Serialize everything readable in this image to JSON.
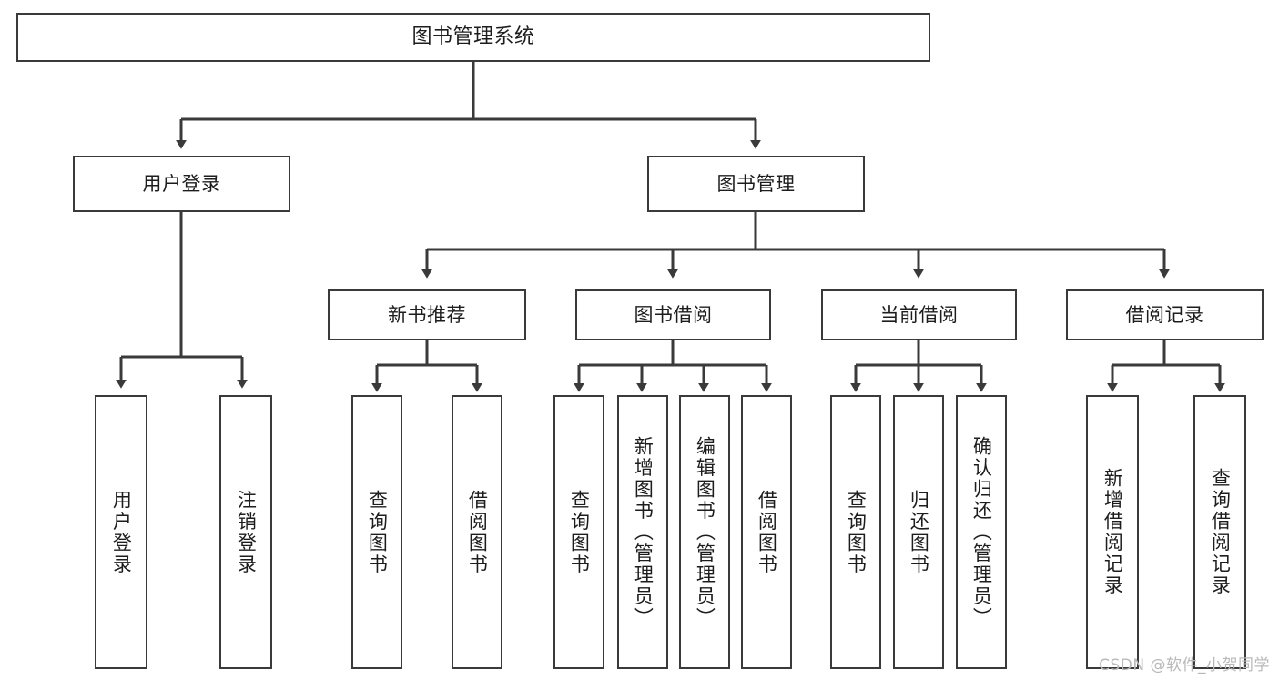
{
  "diagram": {
    "title": "图书管理系统",
    "type": "tree",
    "orientation": "top-down",
    "colors": {
      "box_border": "#3a3a3a",
      "box_fill": "#ffffff",
      "edge": "#3a3a3a",
      "text": "#1d1d1d",
      "background": "#ffffff",
      "watermark": "#b9b9b9"
    },
    "root": {
      "label": "图书管理系统"
    },
    "level2": [
      {
        "label": "用户登录"
      },
      {
        "label": "图书管理"
      }
    ],
    "level3": [
      {
        "label": "新书推荐"
      },
      {
        "label": "图书借阅"
      },
      {
        "label": "当前借阅"
      },
      {
        "label": "借阅记录"
      }
    ],
    "leaves": {
      "user_login": [
        {
          "label": "用户登录"
        },
        {
          "label": "注销登录"
        }
      ],
      "new_book_recommend": [
        {
          "label": "查询图书"
        },
        {
          "label": "借阅图书"
        }
      ],
      "book_borrow": [
        {
          "label": "查询图书"
        },
        {
          "label": "新增图书（管理员）"
        },
        {
          "label": "编辑图书（管理员）"
        },
        {
          "label": "借阅图书"
        }
      ],
      "current_borrow": [
        {
          "label": "查询图书"
        },
        {
          "label": "归还图书"
        },
        {
          "label": "确认归还（管理员）"
        }
      ],
      "borrow_record": [
        {
          "label": "新增借阅记录"
        },
        {
          "label": "查询借阅记录"
        }
      ]
    }
  },
  "watermark": {
    "text": "CSDN @软件_小贺同学"
  }
}
